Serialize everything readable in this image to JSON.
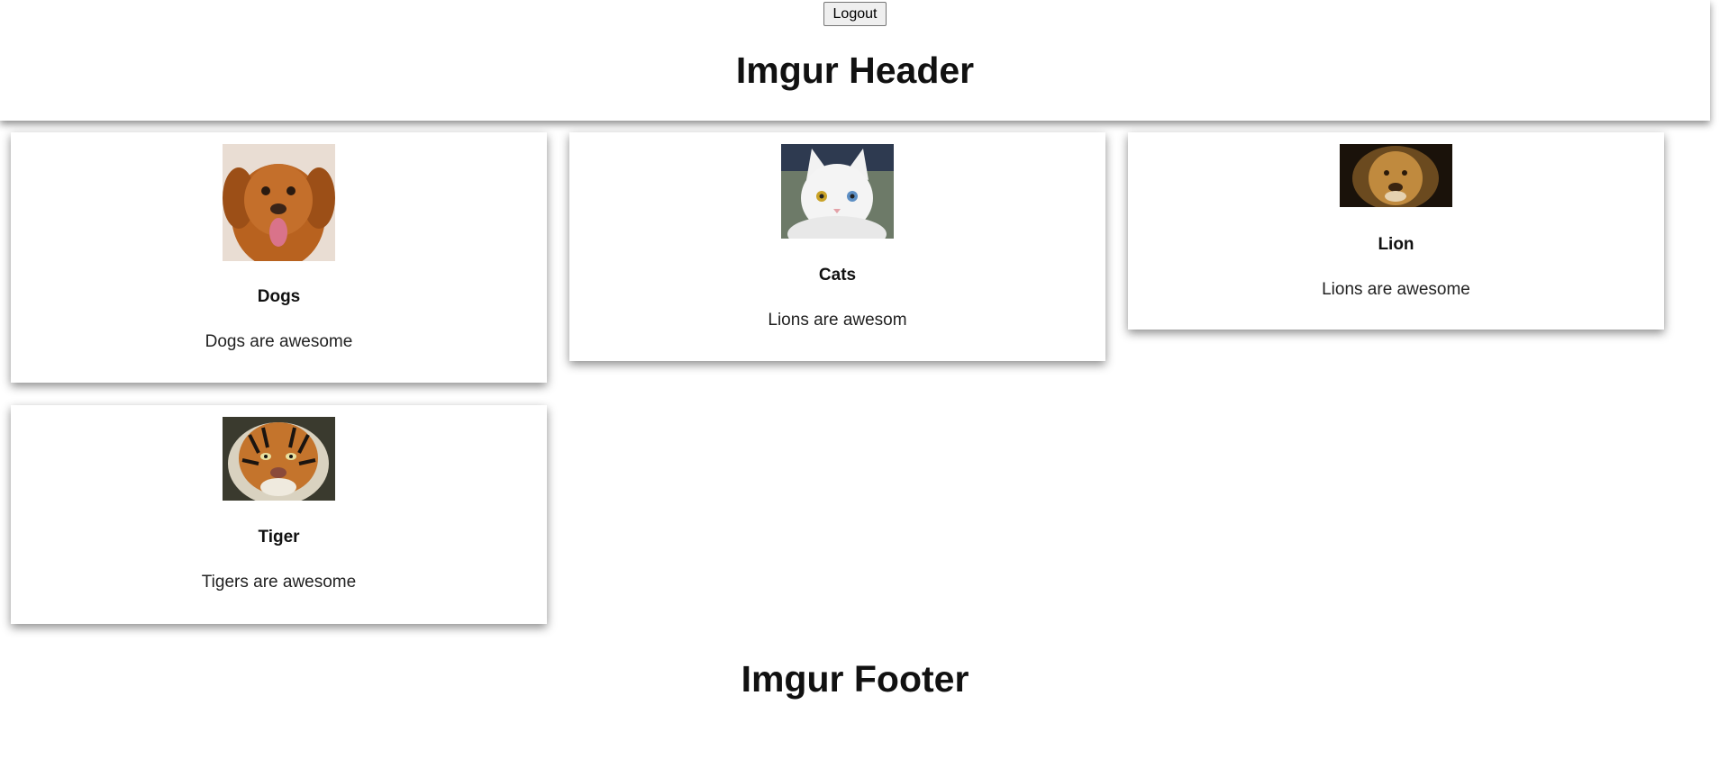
{
  "header": {
    "logout_label": "Logout",
    "title": "Imgur Header"
  },
  "cards": [
    {
      "title": "Dogs",
      "description": "Dogs are awesome",
      "image_icon": "dog-image"
    },
    {
      "title": "Cats",
      "description": "Lions are awesom",
      "image_icon": "cat-image"
    },
    {
      "title": "Lion",
      "description": "Lions are awesome",
      "image_icon": "lion-image"
    },
    {
      "title": "Tiger",
      "description": "Tigers are awesome",
      "image_icon": "tiger-image"
    }
  ],
  "footer": {
    "title": "Imgur Footer"
  },
  "colors": {
    "background": "#ffffff",
    "text": "#111111",
    "button_bg": "#efefef"
  }
}
